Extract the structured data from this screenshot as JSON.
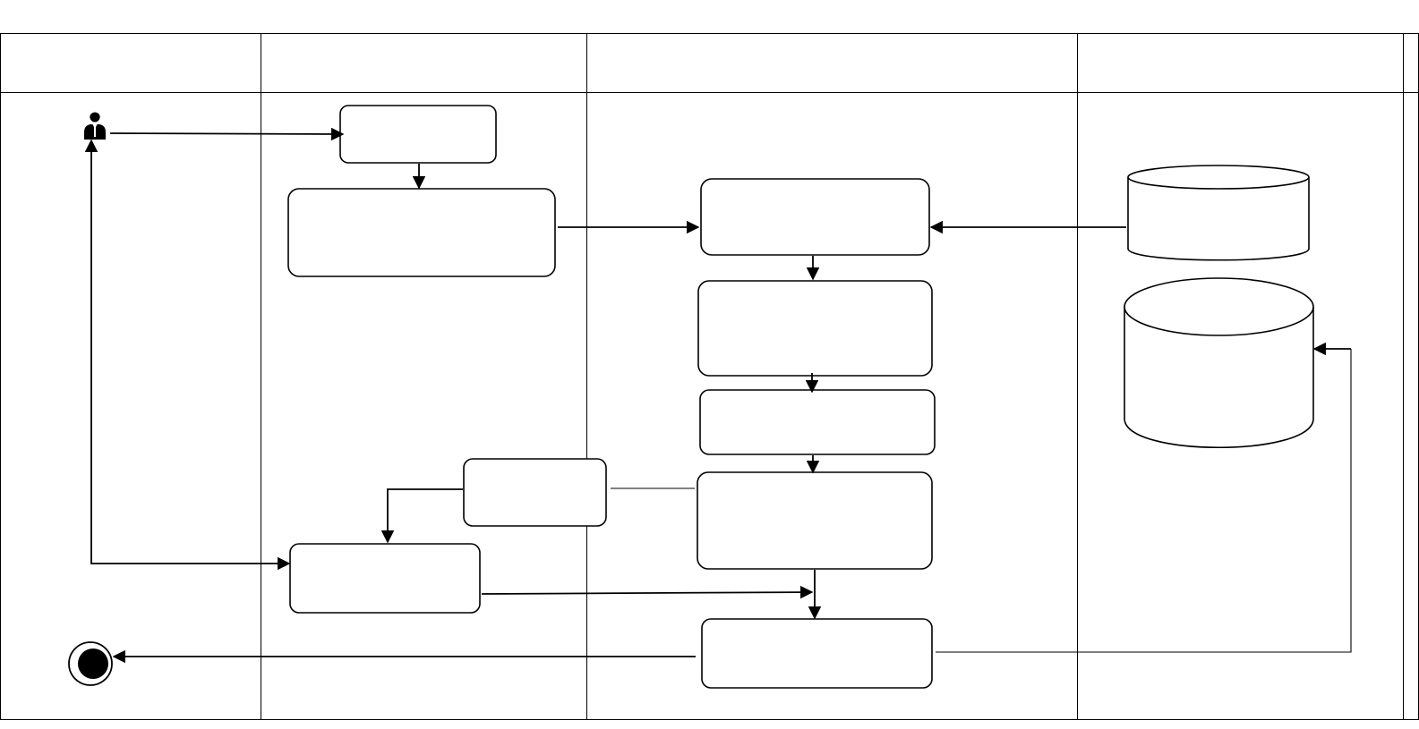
{
  "diagram": {
    "type": "swimlane-activity-diagram",
    "lanes": [
      {
        "label": ""
      },
      {
        "label": ""
      },
      {
        "label": ""
      },
      {
        "label": ""
      }
    ],
    "actor": {
      "icon": "actor-icon",
      "label": ""
    },
    "end_node": {
      "icon": "end-state-icon",
      "label": ""
    },
    "activities": [
      {
        "name": "activity-1",
        "label": ""
      },
      {
        "name": "activity-2",
        "label": ""
      },
      {
        "name": "activity-3",
        "label": ""
      },
      {
        "name": "activity-4",
        "label": ""
      },
      {
        "name": "activity-5",
        "label": ""
      },
      {
        "name": "activity-6",
        "label": ""
      },
      {
        "name": "activity-7",
        "label": ""
      },
      {
        "name": "activity-8",
        "label": ""
      },
      {
        "name": "activity-9",
        "label": ""
      }
    ],
    "datastores": [
      {
        "name": "datastore-1",
        "label": ""
      },
      {
        "name": "datastore-2",
        "label": ""
      }
    ],
    "colors": {
      "line": "#000000",
      "background": "#ffffff"
    }
  }
}
